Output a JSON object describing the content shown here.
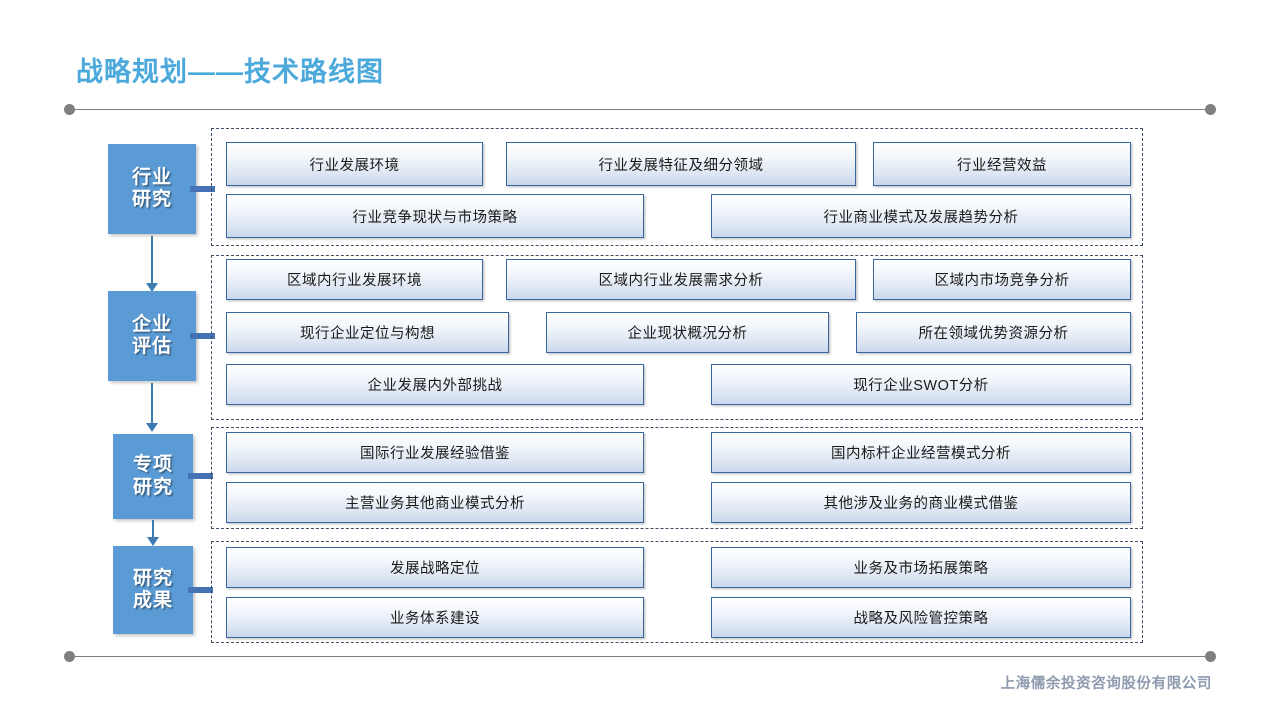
{
  "slide": {
    "title": "战略规划——技术路线图",
    "title_color": "#4BA9DB",
    "footer": "上海儒余投资咨询股份有限公司",
    "background": "#ffffff",
    "stage_color": "#5B9BD5",
    "connector_color": "#3E7CB1",
    "item_border_color": "#3A66A0",
    "group_border_color": "#3F4E63",
    "rule_color": "#808080"
  },
  "stages": [
    {
      "id": "industry-research",
      "label_line1": "行业",
      "label_line2": "研究",
      "items": [
        {
          "text": "行业发展环境",
          "row": 1,
          "col": 1
        },
        {
          "text": "行业发展特征及细分领域",
          "row": 1,
          "col": 2
        },
        {
          "text": "行业经营效益",
          "row": 1,
          "col": 3
        },
        {
          "text": "行业竞争现状与市场策略",
          "row": 2,
          "col": 1
        },
        {
          "text": "行业商业模式及发展趋势分析",
          "row": 2,
          "col": 2
        }
      ]
    },
    {
      "id": "enterprise-assessment",
      "label_line1": "企业",
      "label_line2": "评估",
      "items": [
        {
          "text": "区域内行业发展环境",
          "row": 1,
          "col": 1
        },
        {
          "text": "区域内行业发展需求分析",
          "row": 1,
          "col": 2
        },
        {
          "text": "区域内市场竞争分析",
          "row": 1,
          "col": 3
        },
        {
          "text": "现行企业定位与构想",
          "row": 2,
          "col": 1
        },
        {
          "text": "企业现状概况分析",
          "row": 2,
          "col": 2
        },
        {
          "text": "所在领域优势资源分析",
          "row": 2,
          "col": 3
        },
        {
          "text": "企业发展内外部挑战",
          "row": 3,
          "col": 1
        },
        {
          "text": "现行企业SWOT分析",
          "row": 3,
          "col": 2
        }
      ]
    },
    {
      "id": "special-research",
      "label_line1": "专项",
      "label_line2": "研究",
      "items": [
        {
          "text": "国际行业发展经验借鉴",
          "row": 1,
          "col": 1
        },
        {
          "text": "国内标杆企业经营模式分析",
          "row": 1,
          "col": 2
        },
        {
          "text": "主营业务其他商业模式分析",
          "row": 2,
          "col": 1
        },
        {
          "text": "其他涉及业务的商业模式借鉴",
          "row": 2,
          "col": 2
        }
      ]
    },
    {
      "id": "research-results",
      "label_line1": "研究",
      "label_line2": "成果",
      "items": [
        {
          "text": "发展战略定位",
          "row": 1,
          "col": 1
        },
        {
          "text": "业务及市场拓展策略",
          "row": 1,
          "col": 2
        },
        {
          "text": "业务体系建设",
          "row": 2,
          "col": 1
        },
        {
          "text": "战略及风险管控策略",
          "row": 2,
          "col": 2
        }
      ]
    }
  ]
}
